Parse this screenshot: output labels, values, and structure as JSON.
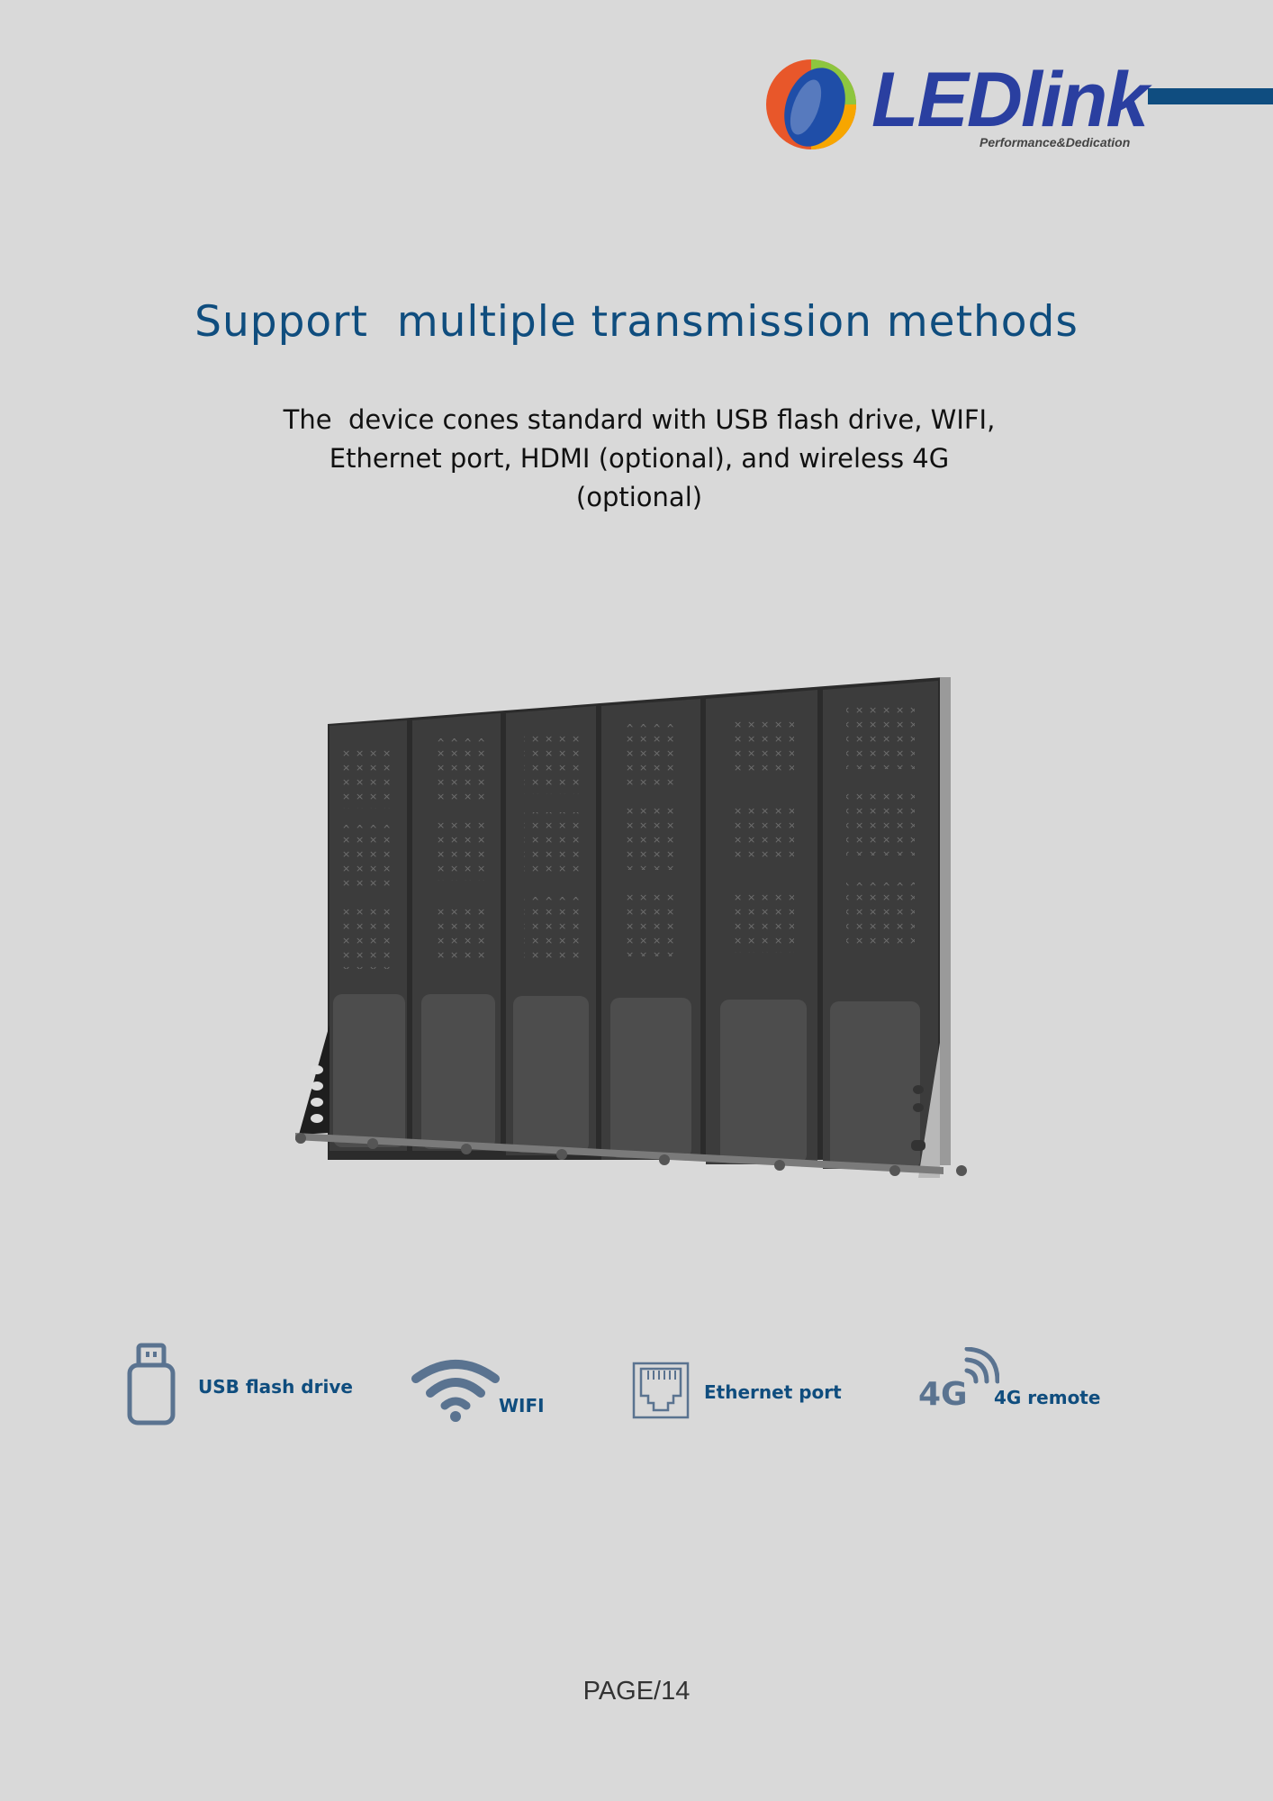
{
  "brand": {
    "name": "LEDlink",
    "tagline": "Performance&Dedication",
    "colors": {
      "primary": "#0f4d7e",
      "logo_blue": "#2a3fa0",
      "background": "#d9d9d9"
    }
  },
  "heading": {
    "title": "Support  multiple transmission methods",
    "description": "The  device cones standard with USB flash drive, WIFI,\nEthernet port, HDMI (optional), and wireless 4G\n(optional)"
  },
  "product": {
    "icon": "led-poster-display-image"
  },
  "connectivity": [
    {
      "icon": "usb-drive-icon",
      "label": "USB flash drive"
    },
    {
      "icon": "wifi-icon",
      "label": "WIFI"
    },
    {
      "icon": "ethernet-port-icon",
      "label": "Ethernet port"
    },
    {
      "icon": "4g-signal-icon",
      "label": "4G remote",
      "badge": "4G"
    }
  ],
  "footer": {
    "page": "PAGE/14"
  }
}
